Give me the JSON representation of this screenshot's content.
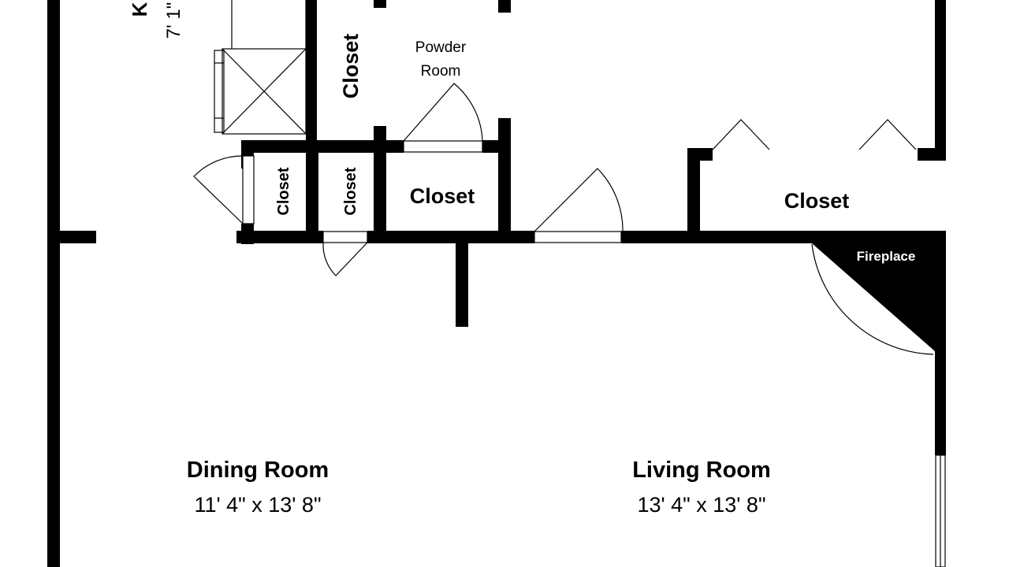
{
  "colors": {
    "wall": "#000000",
    "background": "#ffffff",
    "fireplace": "#000000",
    "fireplace_label": "#ffffff"
  },
  "labels": {
    "kitchen_partial": "K",
    "kitchen_dims_partial": "7' 1\"",
    "closet": "Closet",
    "powder_room_line1": "Powder",
    "powder_room_line2": "Room",
    "fireplace": "Fireplace",
    "dining_room": "Dining Room",
    "dining_room_dims": "11' 4\" x 13' 8\"",
    "living_room": "Living Room",
    "living_room_dims": "13' 4\" x 13' 8\""
  }
}
